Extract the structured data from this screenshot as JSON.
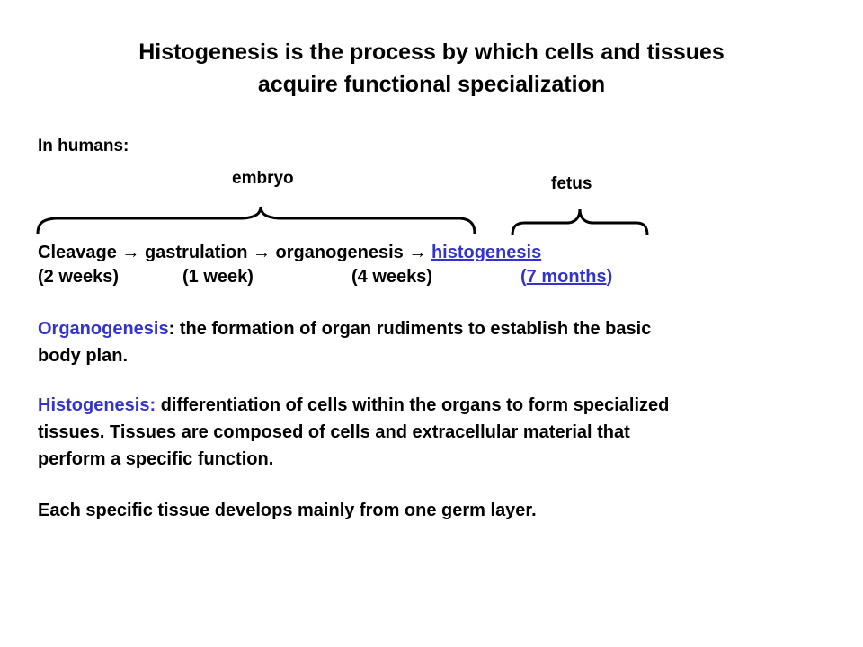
{
  "title": {
    "line1": "Histogenesis is the process by which cells and tissues",
    "line2": "acquire functional specialization"
  },
  "intro": "In humans:",
  "periods": {
    "embryo": "embryo",
    "fetus": "fetus"
  },
  "sequence": {
    "stages": [
      "Cleavage",
      "gastrulation",
      "organogenesis",
      "histogenesis"
    ],
    "arrow": "→",
    "durations": [
      "(2 weeks)",
      "(1 week)",
      "(4 weeks)"
    ],
    "last_duration": {
      "open": "(",
      "value": "7 months",
      "close": ")"
    }
  },
  "organogenesis": {
    "term": "Organogenesis",
    "line1": ": the formation of organ rudiments to establish the basic",
    "line2": "body plan."
  },
  "histogenesis": {
    "term": "Histogenesis:",
    "line1": " differentiation of cells within the organs to form specialized",
    "line2": "tissues. Tissues are composed of cells and extracellular material that",
    "line3": "perform a specific function."
  },
  "closing": "Each specific tissue develops mainly from one germ layer.",
  "colors": {
    "text": "#000000",
    "accent": "#3333cc",
    "background": "#ffffff"
  }
}
